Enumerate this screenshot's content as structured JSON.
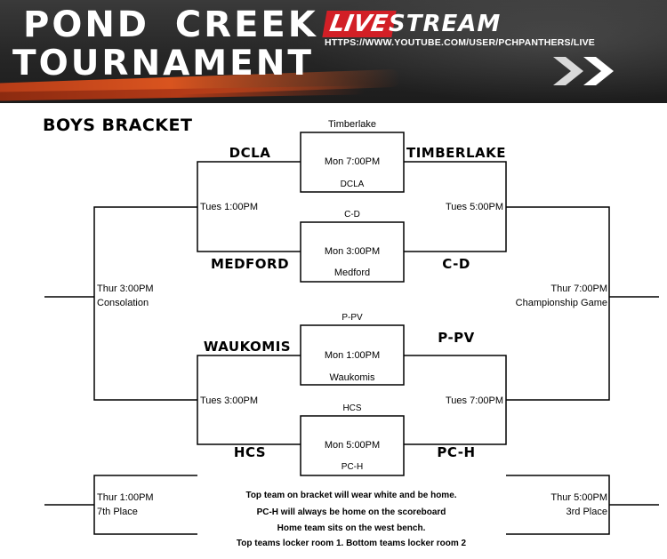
{
  "banner": {
    "title_line1": "POND CREEK",
    "title_line2": "TOURNAMENT",
    "live": "LIVE",
    "stream": "STREAM",
    "url": "HTTPS://WWW.YOUTUBE.COM/USER/PCHPANTHERS/LIVE",
    "icon": "double-chevron-icon",
    "colors": {
      "live_red": "#d21f26",
      "streak_orange": "#d9541f",
      "banner_dark": "#262626"
    }
  },
  "bracket": {
    "header": "BOYS BRACKET",
    "game1": {
      "top_label": "Timberlake",
      "time": "Mon 7:00PM",
      "bottom_label": "DCLA"
    },
    "game2": {
      "top_label": "C-D",
      "time": "Mon 3:00PM",
      "bottom_label": "Medford"
    },
    "game3": {
      "top_label": "P-PV",
      "time": "Mon 1:00PM",
      "bottom_label": "Waukomis"
    },
    "game4": {
      "top_label": "HCS",
      "time": "Mon 5:00PM",
      "bottom_label": "PC-H"
    },
    "teams": {
      "dcla": "DCLA",
      "timberlake": "TIMBERLAKE",
      "medford": "MEDFORD",
      "cd": "C-D",
      "waukomis": "WAUKOMIS",
      "ppv": "P-PV",
      "hcs": "HCS",
      "pch": "PC-H"
    },
    "semis": {
      "left_top": "Tues 1:00PM",
      "right_top": "Tues 5:00PM",
      "left_bottom": "Tues 3:00PM",
      "right_bottom": "Tues 7:00PM"
    },
    "consolation": {
      "time": "Thur 3:00PM",
      "label": "Consolation"
    },
    "championship": {
      "time": "Thur 7:00PM",
      "label": "Championship Game"
    },
    "seventh": {
      "time": "Thur 1:00PM",
      "label": "7th Place"
    },
    "third": {
      "time": "Thur 5:00PM",
      "label": "3rd Place"
    },
    "notes": [
      "Top team on bracket will wear white and be home.",
      "PC-H will always be home on the scoreboard",
      "Home team sits on the west bench.",
      "Top teams locker room 1.  Bottom teams locker room 2"
    ]
  }
}
